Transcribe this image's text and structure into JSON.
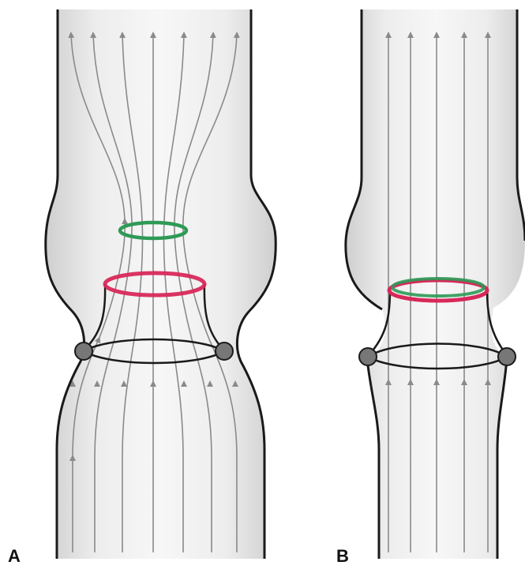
{
  "panels": [
    {
      "id": "A",
      "label": "A"
    },
    {
      "id": "B",
      "label": "B"
    }
  ],
  "colors": {
    "outline": "#1a1a1a",
    "flow_line": "#8a8a8a",
    "body_fill": "#e6e6e6",
    "green_ring": "#2e9a55",
    "red_ring": "#d8285a",
    "node": "#777777"
  }
}
